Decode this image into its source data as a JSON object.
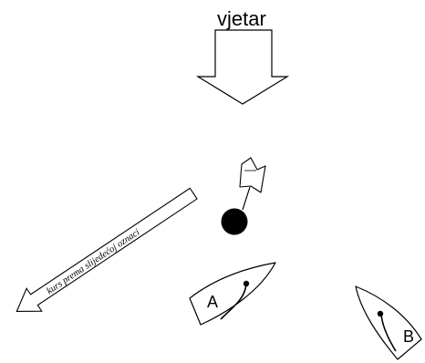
{
  "wind": {
    "label": "vjetar"
  },
  "course": {
    "label": "kurs prema slijedećoj oznaci"
  },
  "boats": [
    {
      "label": "A"
    },
    {
      "label": "B"
    }
  ],
  "colors": {
    "stroke": "#000000",
    "fill": "#ffffff",
    "mark": "#000000"
  }
}
